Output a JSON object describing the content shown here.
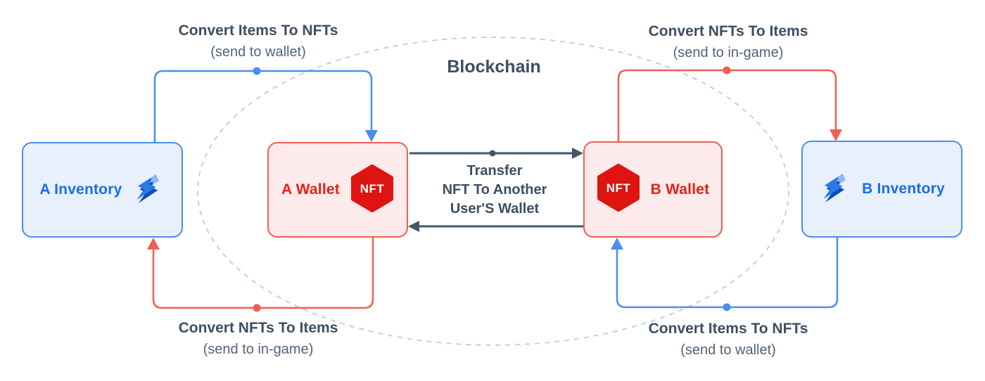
{
  "diagram": {
    "blockchain_label": "Blockchain",
    "transfer": {
      "line1": "Transfer",
      "line2": "NFT To Another",
      "line3": "User'S Wallet"
    },
    "flows": {
      "top_left": {
        "title": "Convert Items To NFTs",
        "subtitle": "(send to wallet)"
      },
      "top_right": {
        "title": "Convert NFTs To Items",
        "subtitle": "(send to in-game)"
      },
      "bottom_left": {
        "title": "Convert NFTs To Items",
        "subtitle": "(send to in-game)"
      },
      "bottom_right": {
        "title": "Convert Items To NFTs",
        "subtitle": "(send to wallet)"
      }
    },
    "nodes": {
      "a_inventory": {
        "label": "A Inventory",
        "icon": "lightning-icon"
      },
      "a_wallet": {
        "label": "A Wallet",
        "badge": "NFT"
      },
      "b_wallet": {
        "label": "B Wallet",
        "badge": "NFT"
      },
      "b_inventory": {
        "label": "B Inventory",
        "icon": "lightning-icon"
      }
    },
    "colors": {
      "blue_line": "#4b8df2",
      "blue_fill": "#e8f0fc",
      "blue_text": "#176fe8",
      "red_line": "#f15e52",
      "red_fill": "#fdeaea",
      "red_text": "#e32219",
      "nft_badge": "#de1410",
      "dark_line": "#44566b",
      "label_text": "#3d4e63",
      "subtitle_text": "#52637a",
      "ellipse_dash": "#c7ced8",
      "bolt_main": "#2a79e8",
      "bolt_dark": "#0d4eb8",
      "bolt_light": "#8ab9f8"
    }
  }
}
